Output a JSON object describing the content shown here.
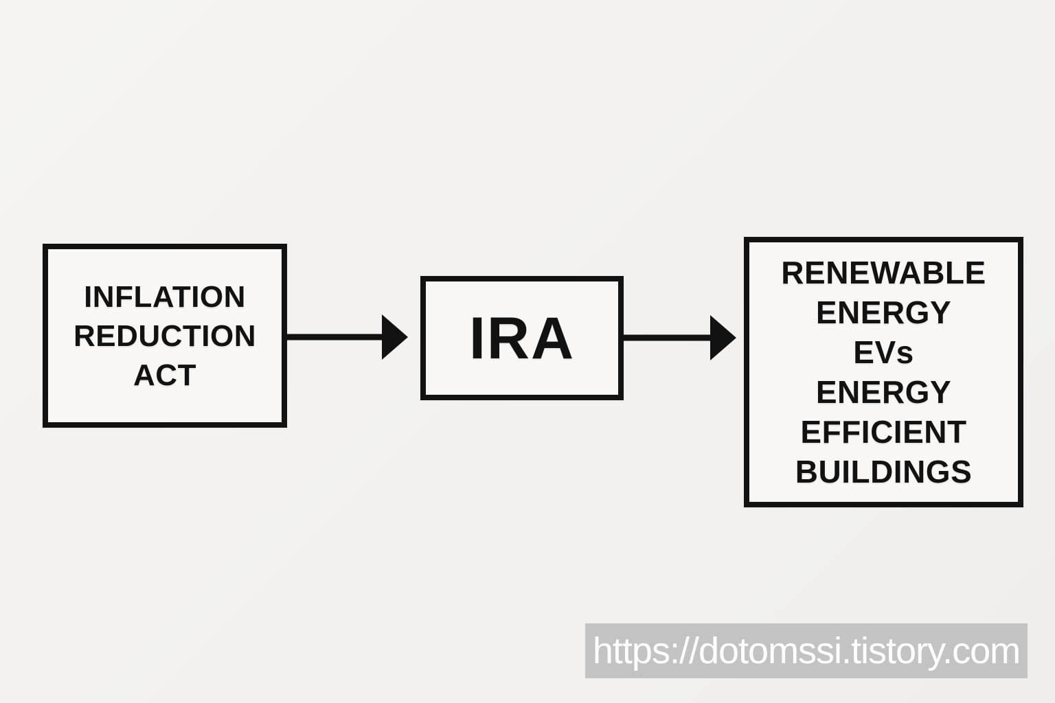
{
  "page": {
    "background_color": "#f2f1ef",
    "ink_color": "#121212",
    "box_fill_color": "#f8f7f5"
  },
  "diagram": {
    "type": "flowchart",
    "direction": "left-to-right",
    "nodes": [
      {
        "id": "inflation-reduction-act",
        "lines": [
          "INFLATION",
          "REDUCTION",
          "ACT"
        ]
      },
      {
        "id": "ira",
        "lines": [
          "IRA"
        ]
      },
      {
        "id": "outcomes",
        "lines": [
          "RENEWABLE",
          "ENERGY",
          "EVs",
          "ENERGY",
          "EFFICIENT",
          "BUILDINGS"
        ]
      }
    ],
    "edges": [
      {
        "from": "inflation-reduction-act",
        "to": "ira",
        "style": "solid-arrow"
      },
      {
        "from": "ira",
        "to": "outcomes",
        "style": "solid-arrow"
      }
    ]
  },
  "watermark": {
    "url": "https://dotomssi.tistory.com",
    "bar_color": "#c3c3c3",
    "text_color": "#ffffff"
  }
}
